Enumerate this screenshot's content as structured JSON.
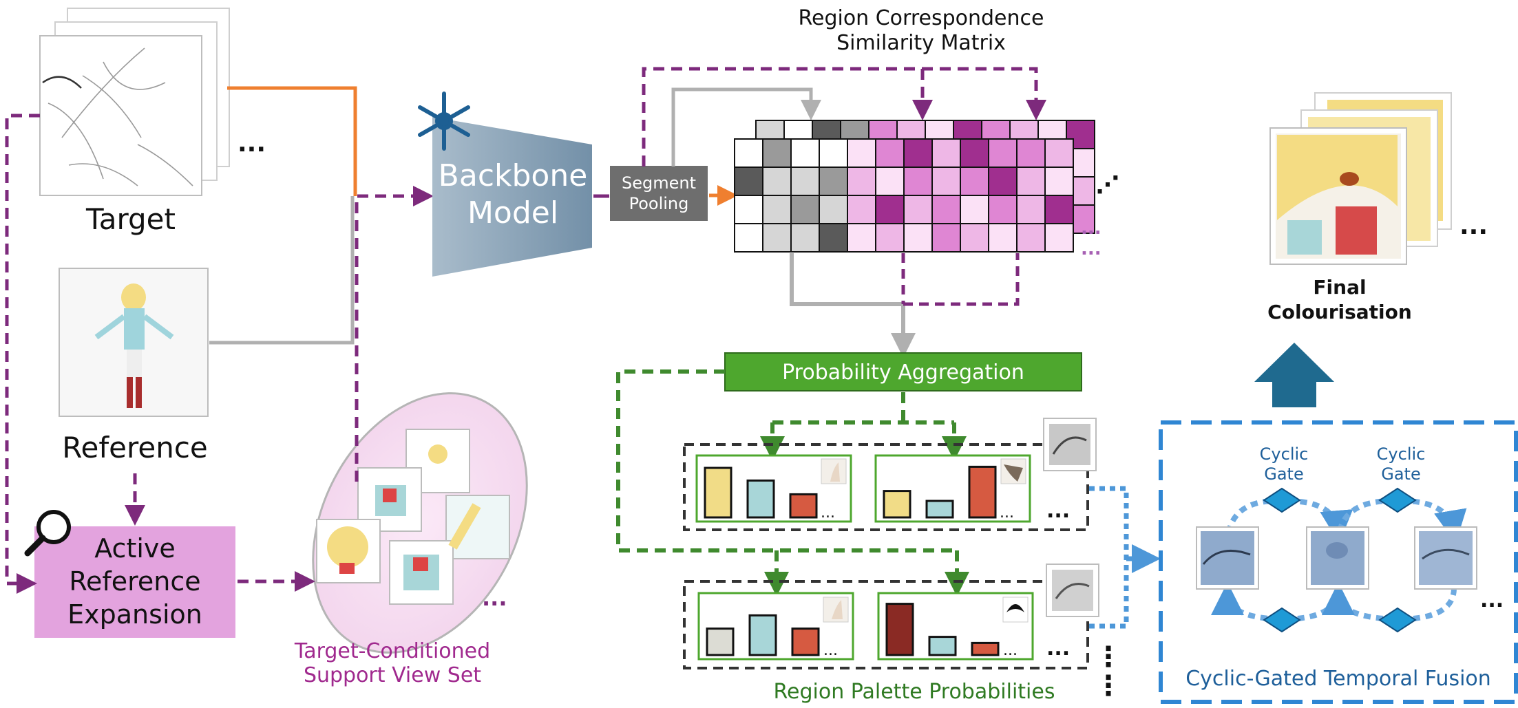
{
  "labels": {
    "target": "Target",
    "reference": "Reference",
    "are_line1": "Active",
    "are_line2": "Reference",
    "are_line3": "Expansion",
    "backbone_line1": "Backbone",
    "backbone_line2": "Model",
    "segment_line1": "Segment",
    "segment_line2": "Pooling",
    "matrix_line1": "Region Correspondence",
    "matrix_line2": "Similarity Matrix",
    "prob_agg": "Probability Aggregation",
    "support_line1": "Target-Conditioned",
    "support_line2": "Support View Set",
    "region_palette": "Region Palette Probabilities",
    "final_line1": "Final",
    "final_line2": "Colourisation",
    "cyclic_gate_1a": "Cyclic",
    "cyclic_gate_1b": "Gate",
    "cyclic_gate_2a": "Cyclic",
    "cyclic_gate_2b": "Gate",
    "fusion": "Cyclic-Gated Temporal Fusion",
    "ellipsis": "..."
  },
  "palette_bars": [
    [
      {
        "level": 0.9,
        "color": "#f1dc87"
      },
      {
        "level": 0.67,
        "color": "#a8d6d8"
      },
      {
        "level": 0.42,
        "color": "#d65a41"
      }
    ],
    [
      {
        "level": 0.48,
        "color": "#f1dc87"
      },
      {
        "level": 0.3,
        "color": "#a8d6d8"
      },
      {
        "level": 0.92,
        "color": "#d65a41"
      }
    ],
    [
      {
        "level": 0.48,
        "color": "#dcdcd4"
      },
      {
        "level": 0.72,
        "color": "#a8d6d8"
      },
      {
        "level": 0.48,
        "color": "#d65a41"
      }
    ],
    [
      {
        "level": 0.93,
        "color": "#8a2a24"
      },
      {
        "level": 0.33,
        "color": "#a8d6d8"
      },
      {
        "level": 0.22,
        "color": "#d65a41"
      }
    ]
  ],
  "colors": {
    "purple": "#7d2a7c",
    "orange": "#ef7f2f",
    "gray": "#b0b0b0",
    "green": "#3f8a2e",
    "green_box": "#4ea72e",
    "blue": "#2f86d3",
    "are_fill": "#e3a3de",
    "backbone": "#8ea7bb",
    "segment": "#6e6e6e",
    "upload": "#1f6a8f"
  },
  "icons": {
    "snowflake": "snowflake-icon",
    "magnifier": "magnifier-icon",
    "arrow_up": "arrow-up-icon"
  }
}
